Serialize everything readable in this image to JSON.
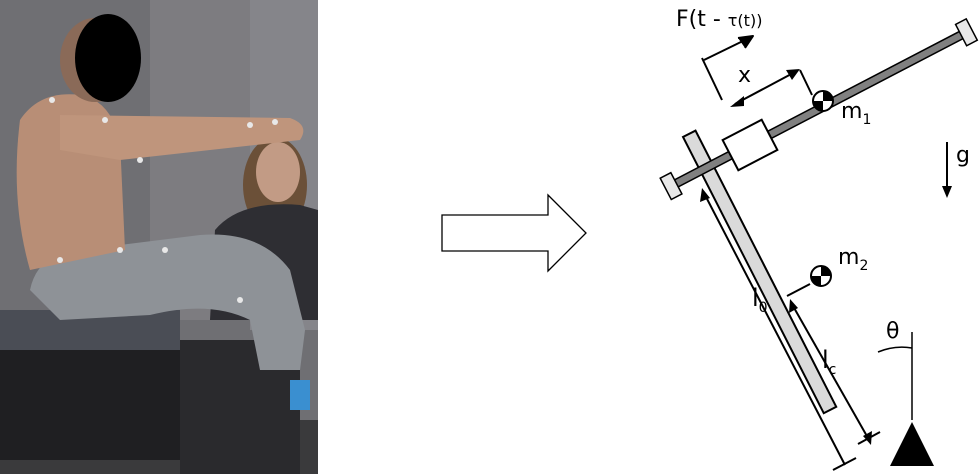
{
  "labels": {
    "force_main": "F(t - ",
    "force_delay": "τ(t))",
    "x": "x",
    "m1_letter": "m",
    "m1_sub": "1",
    "m2_letter": "m",
    "m2_sub": "2",
    "g": "g",
    "l0_letter": "l",
    "l0_sub": "0",
    "lc_letter": "l",
    "lc_sub": "c",
    "theta": "θ"
  },
  "colors": {
    "photo_wall": "#6e6e72",
    "photo_skin": "#b98f78",
    "photo_pants": "#8b8f94",
    "photo_table": "#2b2b2e",
    "rod": "#d9d9d9",
    "beam": "#7f7f7f",
    "outline": "#000000"
  },
  "icons": {
    "transition": "hollow-right-arrow-icon",
    "face_blur": "black-ellipse-redaction",
    "pivot": "triangle-pivot-icon",
    "mass": "center-of-mass-icon"
  }
}
